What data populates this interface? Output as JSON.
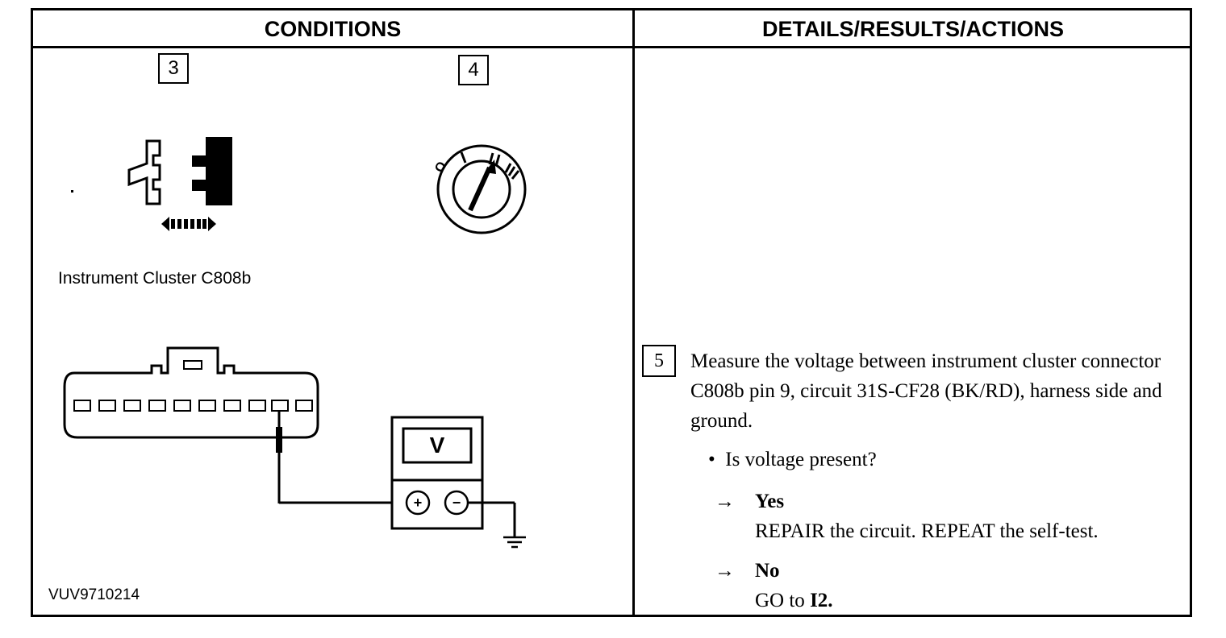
{
  "header": {
    "conditions": "CONDITIONS",
    "details": "DETAILS/RESULTS/ACTIONS"
  },
  "conditions": {
    "step3": "3",
    "step4": "4",
    "connector_caption": "Instrument Cluster C808b",
    "meter_label": "V",
    "meter_plus": "+",
    "meter_minus": "−",
    "figure_id": "VUV9710214"
  },
  "details": {
    "step5": "5",
    "instruction": "Measure the voltage between instrument cluster connector C808b pin 9, circuit 31S-CF28 (BK/RD), harness side and ground.",
    "question": "Is voltage present?",
    "answers": [
      {
        "label": "Yes",
        "action": "REPAIR the circuit. REPEAT the self-test."
      },
      {
        "label": "No",
        "action_pre": "GO to ",
        "action_bold": "I2."
      }
    ]
  }
}
